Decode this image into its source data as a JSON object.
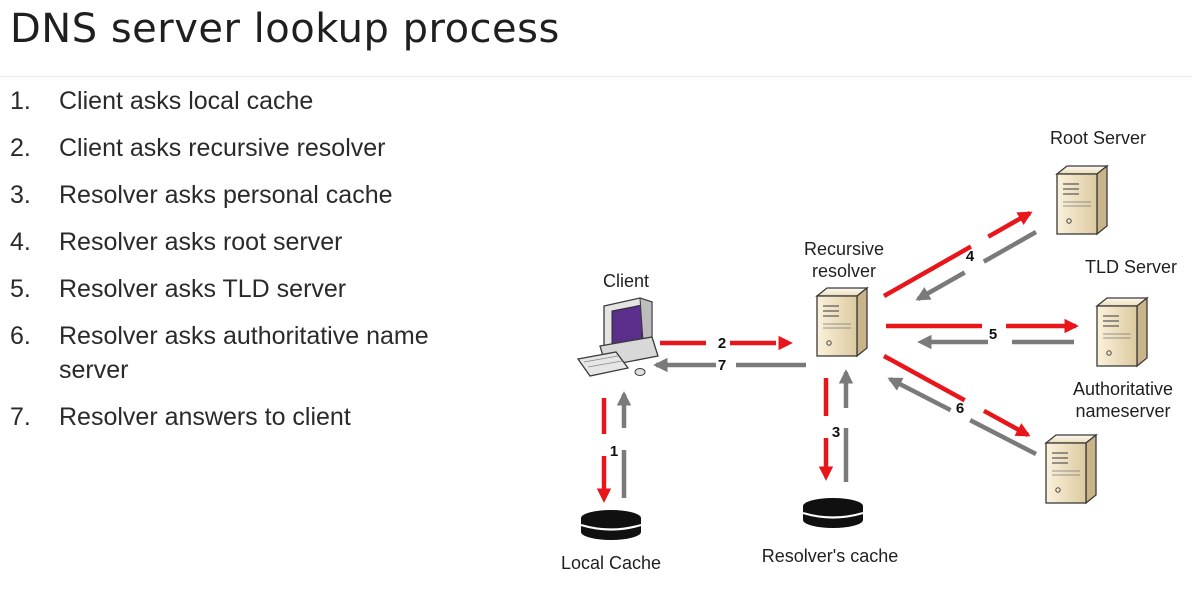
{
  "title": "DNS server lookup process",
  "steps": [
    {
      "num": "1.",
      "text": "Client asks local cache"
    },
    {
      "num": "2.",
      "text": "Client asks recursive resolver"
    },
    {
      "num": "3.",
      "text": "Resolver asks personal cache"
    },
    {
      "num": "4.",
      "text": "Resolver asks root server"
    },
    {
      "num": "5.",
      "text": "Resolver asks TLD server"
    },
    {
      "num": "6.",
      "text": "Resolver asks authoritative name server"
    },
    {
      "num": "7.",
      "text": "Resolver answers to client"
    }
  ],
  "diagram": {
    "client_label": "Client",
    "resolver_label_line1": "Recursive",
    "resolver_label_line2": "resolver",
    "root_label": "Root Server",
    "tld_label": "TLD Server",
    "auth_label_line1": "Authoritative",
    "auth_label_line2": "nameserver",
    "local_cache_label": "Local Cache",
    "resolver_cache_label": "Resolver's cache",
    "arrow_labels": {
      "a1": "1",
      "a2": "2",
      "a3": "3",
      "a4": "4",
      "a5": "5",
      "a6": "6",
      "a7": "7"
    }
  },
  "colors": {
    "request": "#e8151b",
    "response": "#7a7a7a",
    "text": "#1f1f1f"
  }
}
